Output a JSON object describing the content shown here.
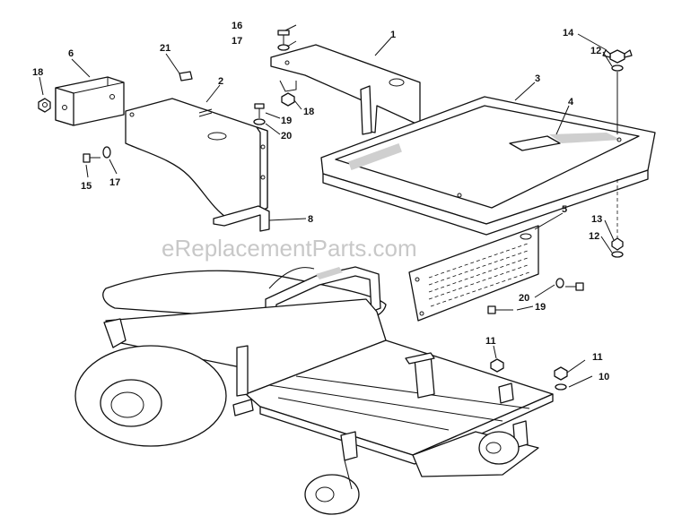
{
  "watermark": "eReplacementParts.com",
  "callouts": {
    "c1": "1",
    "c2": "2",
    "c3": "3",
    "c4": "4",
    "c5": "5",
    "c6": "6",
    "c8": "8",
    "c10": "10",
    "c11a": "11",
    "c11b": "11",
    "c12a": "12",
    "c12b": "12",
    "c13": "13",
    "c14": "14",
    "c15": "15",
    "c16": "16",
    "c17a": "17",
    "c17b": "17",
    "c18a": "18",
    "c18b": "18",
    "c19a": "19",
    "c19b": "19",
    "c20a": "20",
    "c20b": "20",
    "c21": "21"
  }
}
